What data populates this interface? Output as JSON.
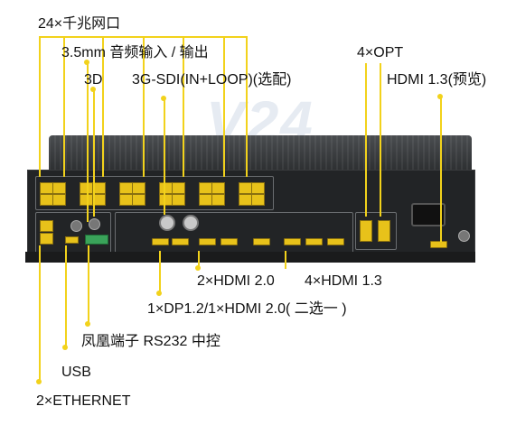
{
  "labels": {
    "rj45": "24×千兆网口",
    "audio": "3.5mm 音频输入 / 输出",
    "three_d": "3D",
    "sdi": "3G-SDI(IN+LOOP)(选配)",
    "opt": "4×OPT",
    "hdmi_preview": "HDMI 1.3(预览)",
    "hdmi20": "2×HDMI 2.0",
    "hdmi13": "4×HDMI 1.3",
    "dp": "1×DP1.2/1×HDMI 2.0( 二选一 )",
    "rs232": "凤凰端子 RS232 中控",
    "usb": "USB",
    "ethernet": "2×ETHERNET"
  },
  "watermark": "V24",
  "colors": {
    "accent": "#f2d21b",
    "chassis": "#2b2d2f"
  },
  "icons": [
    "rj45-port-icon",
    "hdmi-port-icon",
    "bnc-connector-icon",
    "usb-port-icon",
    "power-socket-icon"
  ]
}
